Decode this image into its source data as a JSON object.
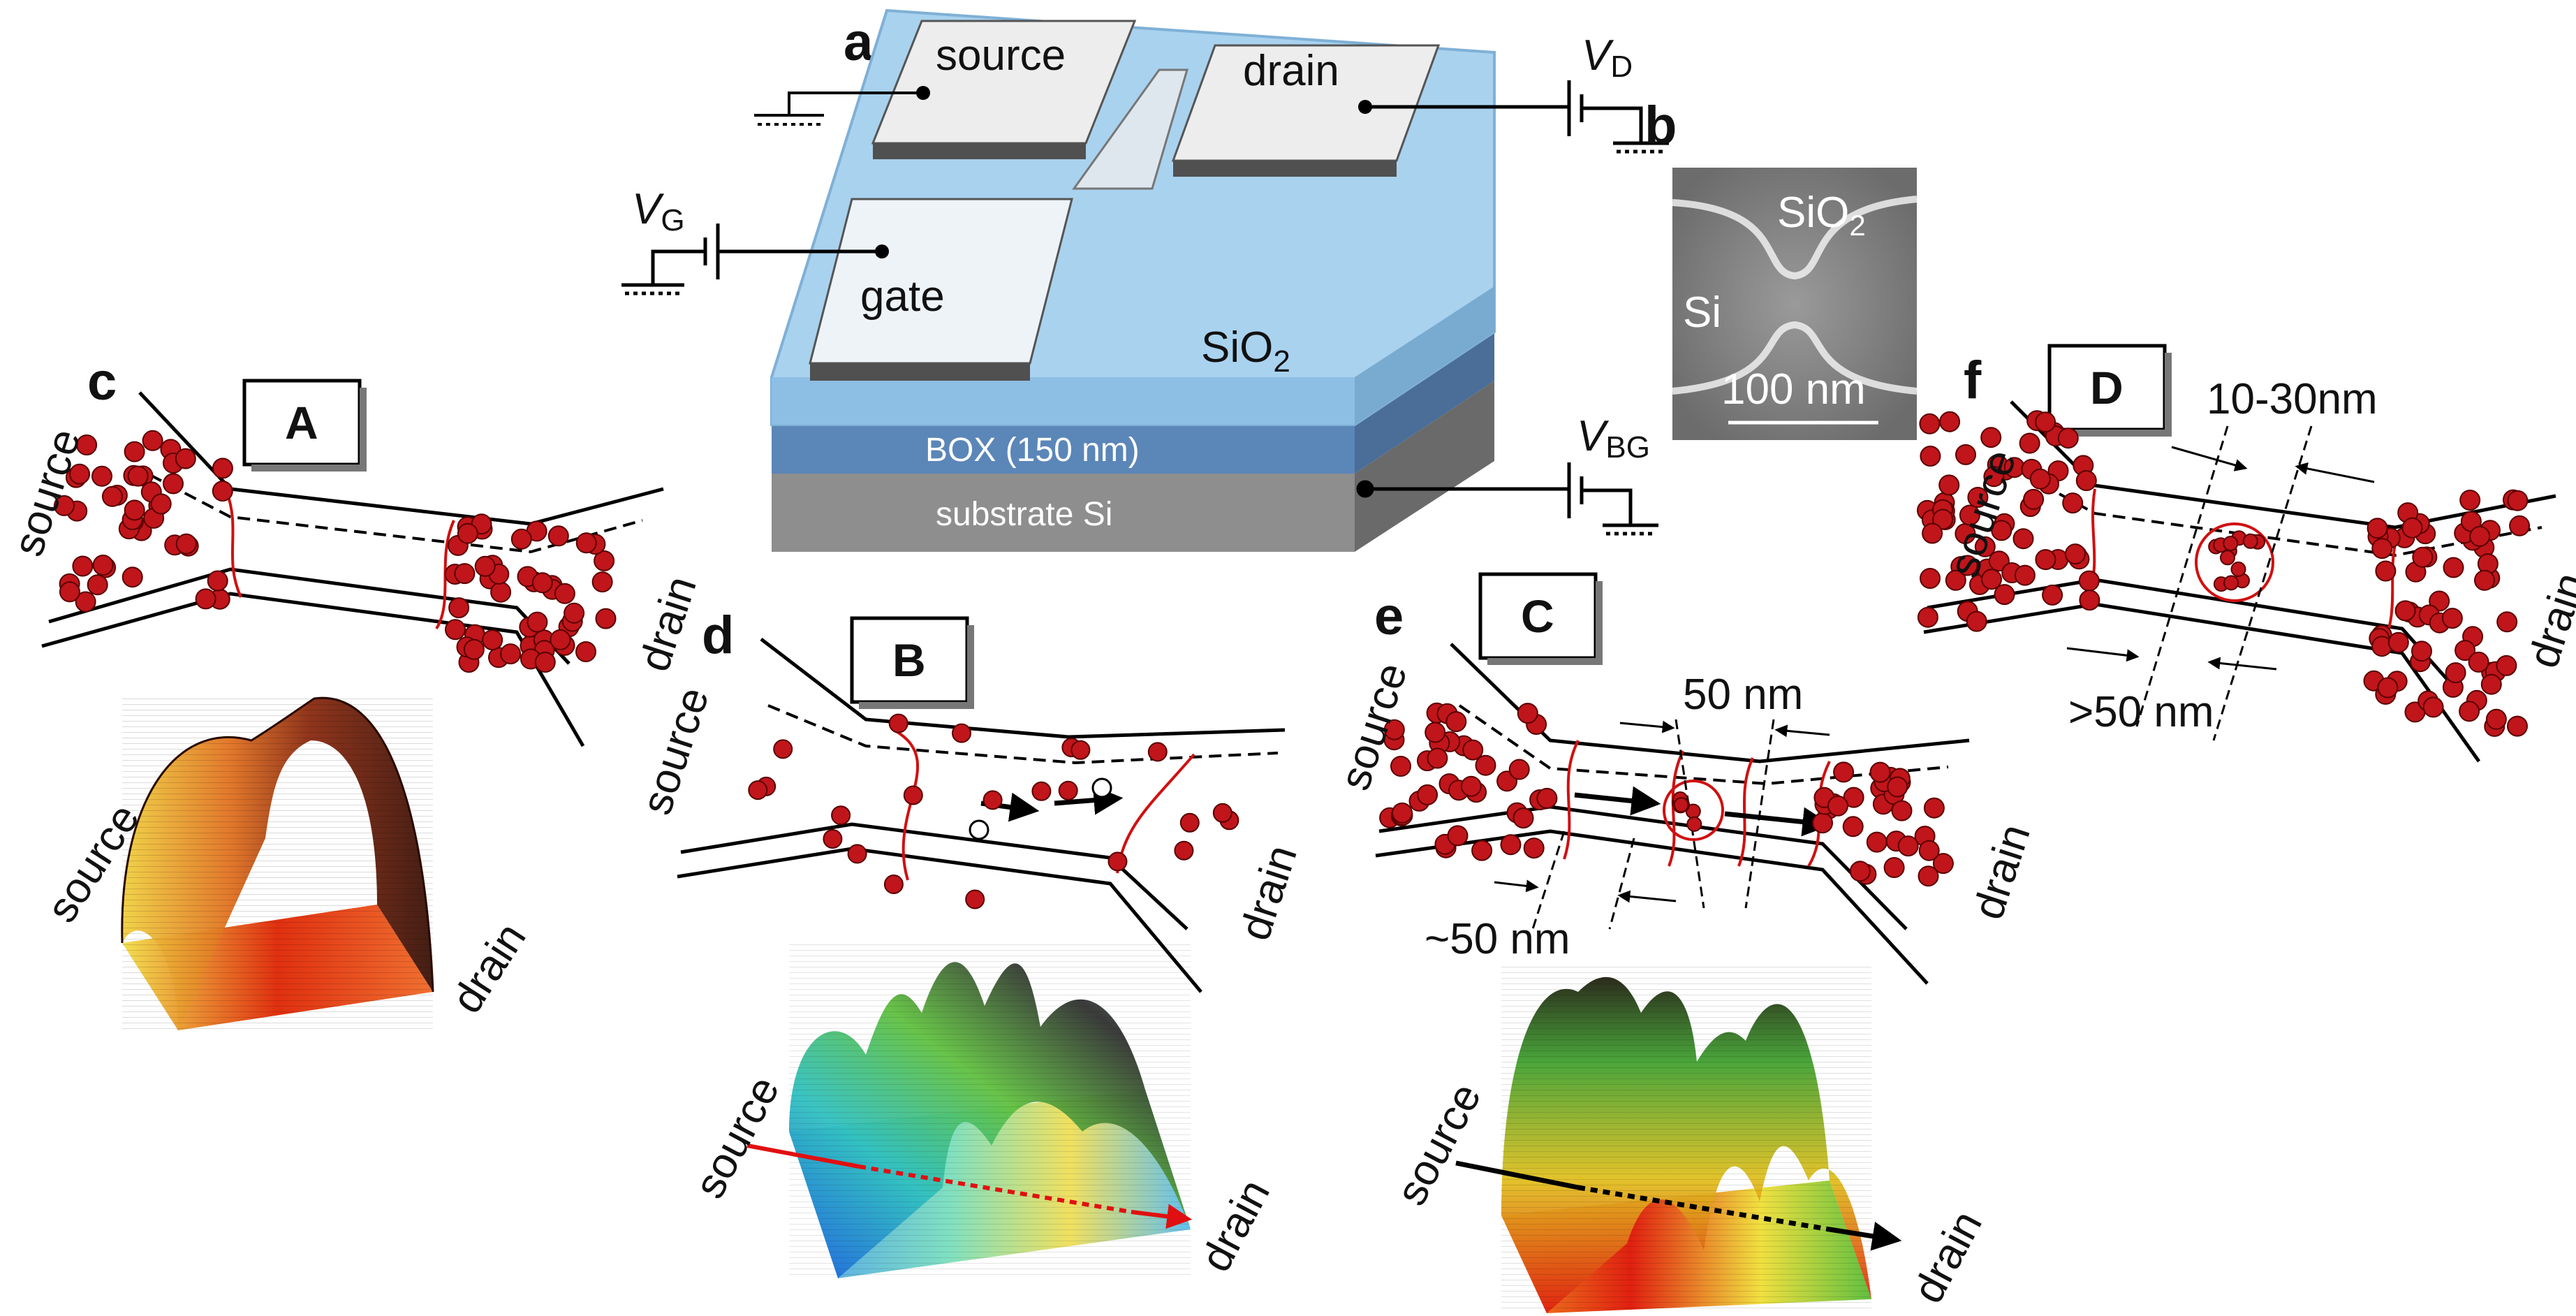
{
  "panels": {
    "a": {
      "letter": "a",
      "source_label": "source",
      "drain_label": "drain",
      "gate_label": "gate",
      "oxide_label": "SiO",
      "oxide_sub": "2",
      "box_label": "BOX (150 nm)",
      "substrate_label": "substrate Si",
      "vd_main": "V",
      "vd_sub": "D",
      "vg_main": "V",
      "vg_sub": "G",
      "vbg_main": "V",
      "vbg_sub": "BG"
    },
    "b": {
      "letter": "b",
      "oxide_label": "SiO",
      "oxide_sub": "2",
      "si_label": "Si",
      "scale_label": "100 nm"
    },
    "c": {
      "letter": "c",
      "state": "A",
      "source_label": "source",
      "drain_label": "drain",
      "plot_source": "source",
      "plot_drain": "drain"
    },
    "d": {
      "letter": "d",
      "state": "B",
      "source_label": "source",
      "drain_label": "drain",
      "plot_source": "source",
      "plot_drain": "drain"
    },
    "e": {
      "letter": "e",
      "state": "C",
      "source_label": "source",
      "drain_label": "drain",
      "dim_top": "50 nm",
      "dim_bottom": "~50 nm",
      "plot_source": "source",
      "plot_drain": "drain"
    },
    "f": {
      "letter": "f",
      "state": "D",
      "source_label": "source",
      "drain_label": "drain",
      "dim_top": "10-30nm",
      "dim_bottom": ">50 nm"
    }
  },
  "colors": {
    "electron": "#c0151b",
    "oxide": "#a9d2ef",
    "box_layer": "#5b86b8",
    "substrate": "#8e8e8e",
    "contact": "#ededed",
    "sem_bg": "#8a8a8a"
  }
}
